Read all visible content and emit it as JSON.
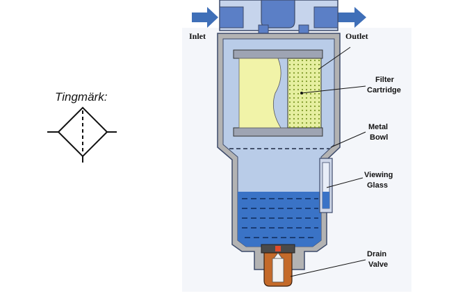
{
  "symbol": {
    "title": "Tingmärk:"
  },
  "ports": {
    "inlet": "Inlet",
    "outlet": "Outlet"
  },
  "callouts": [
    {
      "line1": "Filter",
      "line2": "Cartridge"
    },
    {
      "line1": "Metal",
      "line2": "Bowl"
    },
    {
      "line1": "Viewing",
      "line2": "Glass"
    },
    {
      "line1": "Drain",
      "line2": "Valve"
    }
  ],
  "colors": {
    "housing_fill": "#b9cce8",
    "housing_outline": "#3c4a6a",
    "head_blue": "#5b7fc6",
    "metal_shell": "#b3b3b3",
    "liquid": "#3a73c6",
    "cartridge_yellow": "#f1f3a8",
    "cartridge_dots": "#d6e47a",
    "drain_brass": "#c46a2a",
    "arrow_blue": "#3f6fb8"
  }
}
